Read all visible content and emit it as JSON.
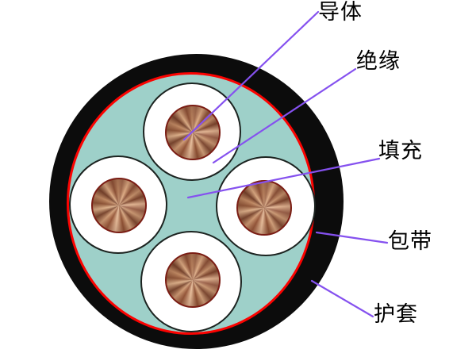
{
  "diagram": {
    "type": "cable-cross-section",
    "core_count": 4,
    "annotations": [
      {
        "id": "conductor",
        "text": "导体"
      },
      {
        "id": "insulation",
        "text": "绝缘"
      },
      {
        "id": "filling",
        "text": "填充"
      },
      {
        "id": "tape",
        "text": "包带"
      },
      {
        "id": "sheath",
        "text": "护套"
      }
    ],
    "colors": {
      "background": "#ffffff",
      "sheath": "#0c0c0c",
      "tape": "#fb0301",
      "filling": "#9ed0c9",
      "insulation": "#ffffff",
      "insulation_outline": "#1c2320",
      "conductor_base": "#bd8263",
      "conductor_border": "#7a1d14",
      "leader_line": "#8551ef",
      "label_text": "#000000"
    }
  }
}
